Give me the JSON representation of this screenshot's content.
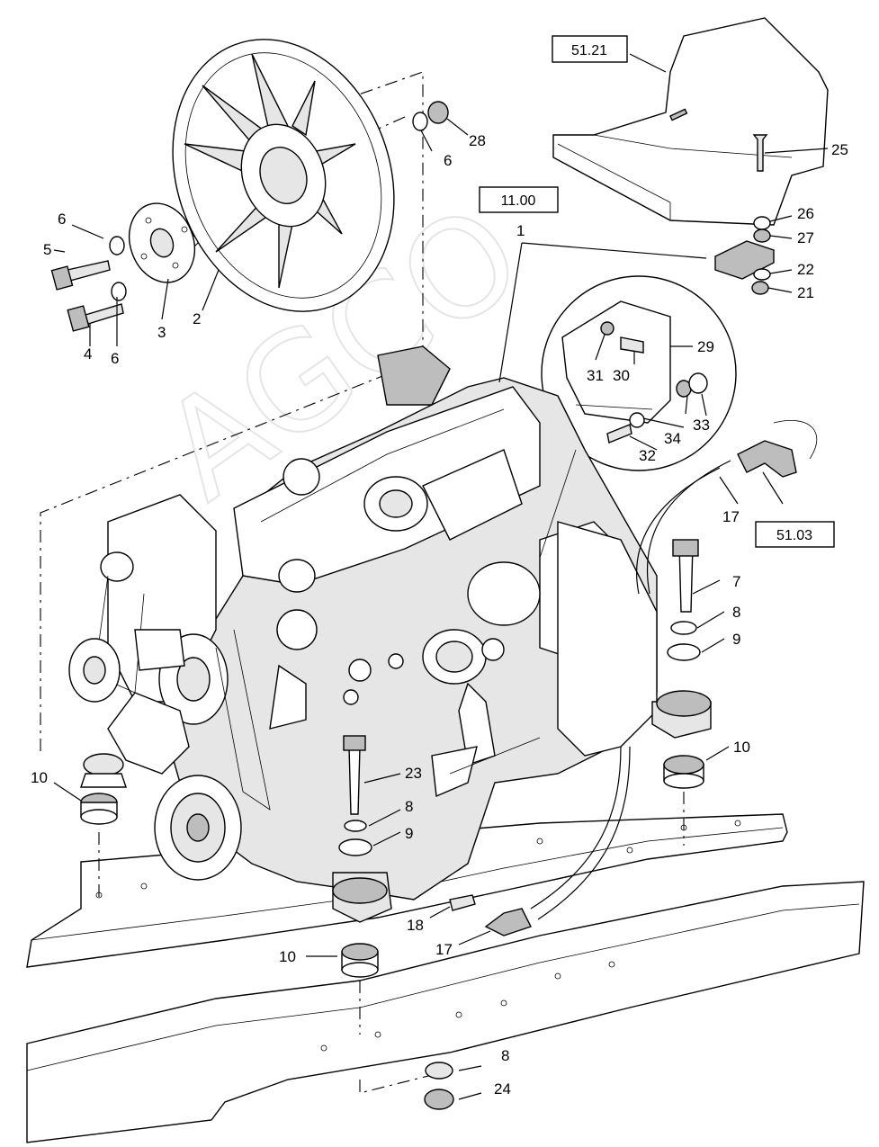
{
  "reference_boxes": [
    {
      "id": "ref-51-21",
      "text": "51.21"
    },
    {
      "id": "ref-11-00",
      "text": "11.00"
    },
    {
      "id": "ref-51-03",
      "text": "51.03"
    }
  ],
  "callouts": [
    {
      "id": "c2",
      "text": "2"
    },
    {
      "id": "c3",
      "text": "3"
    },
    {
      "id": "c4",
      "text": "4"
    },
    {
      "id": "c5",
      "text": "5"
    },
    {
      "id": "c6a",
      "text": "6"
    },
    {
      "id": "c6b",
      "text": "6"
    },
    {
      "id": "c6c",
      "text": "6"
    },
    {
      "id": "c28",
      "text": "28"
    },
    {
      "id": "c1",
      "text": "1"
    },
    {
      "id": "c25",
      "text": "25"
    },
    {
      "id": "c26",
      "text": "26"
    },
    {
      "id": "c27",
      "text": "27"
    },
    {
      "id": "c22",
      "text": "22"
    },
    {
      "id": "c21",
      "text": "21"
    },
    {
      "id": "c29",
      "text": "29"
    },
    {
      "id": "c30",
      "text": "30"
    },
    {
      "id": "c31",
      "text": "31"
    },
    {
      "id": "c32",
      "text": "32"
    },
    {
      "id": "c33",
      "text": "33"
    },
    {
      "id": "c34",
      "text": "34"
    },
    {
      "id": "c17a",
      "text": "17"
    },
    {
      "id": "c7",
      "text": "7"
    },
    {
      "id": "c8a",
      "text": "8"
    },
    {
      "id": "c9a",
      "text": "9"
    },
    {
      "id": "c10a",
      "text": "10"
    },
    {
      "id": "c10b",
      "text": "10"
    },
    {
      "id": "c23",
      "text": "23"
    },
    {
      "id": "c8b",
      "text": "8"
    },
    {
      "id": "c9b",
      "text": "9"
    },
    {
      "id": "c10c",
      "text": "10"
    },
    {
      "id": "c18",
      "text": "18"
    },
    {
      "id": "c17b",
      "text": "17"
    },
    {
      "id": "c8c",
      "text": "8"
    },
    {
      "id": "c24",
      "text": "24"
    }
  ],
  "watermark_text": "AGCO"
}
